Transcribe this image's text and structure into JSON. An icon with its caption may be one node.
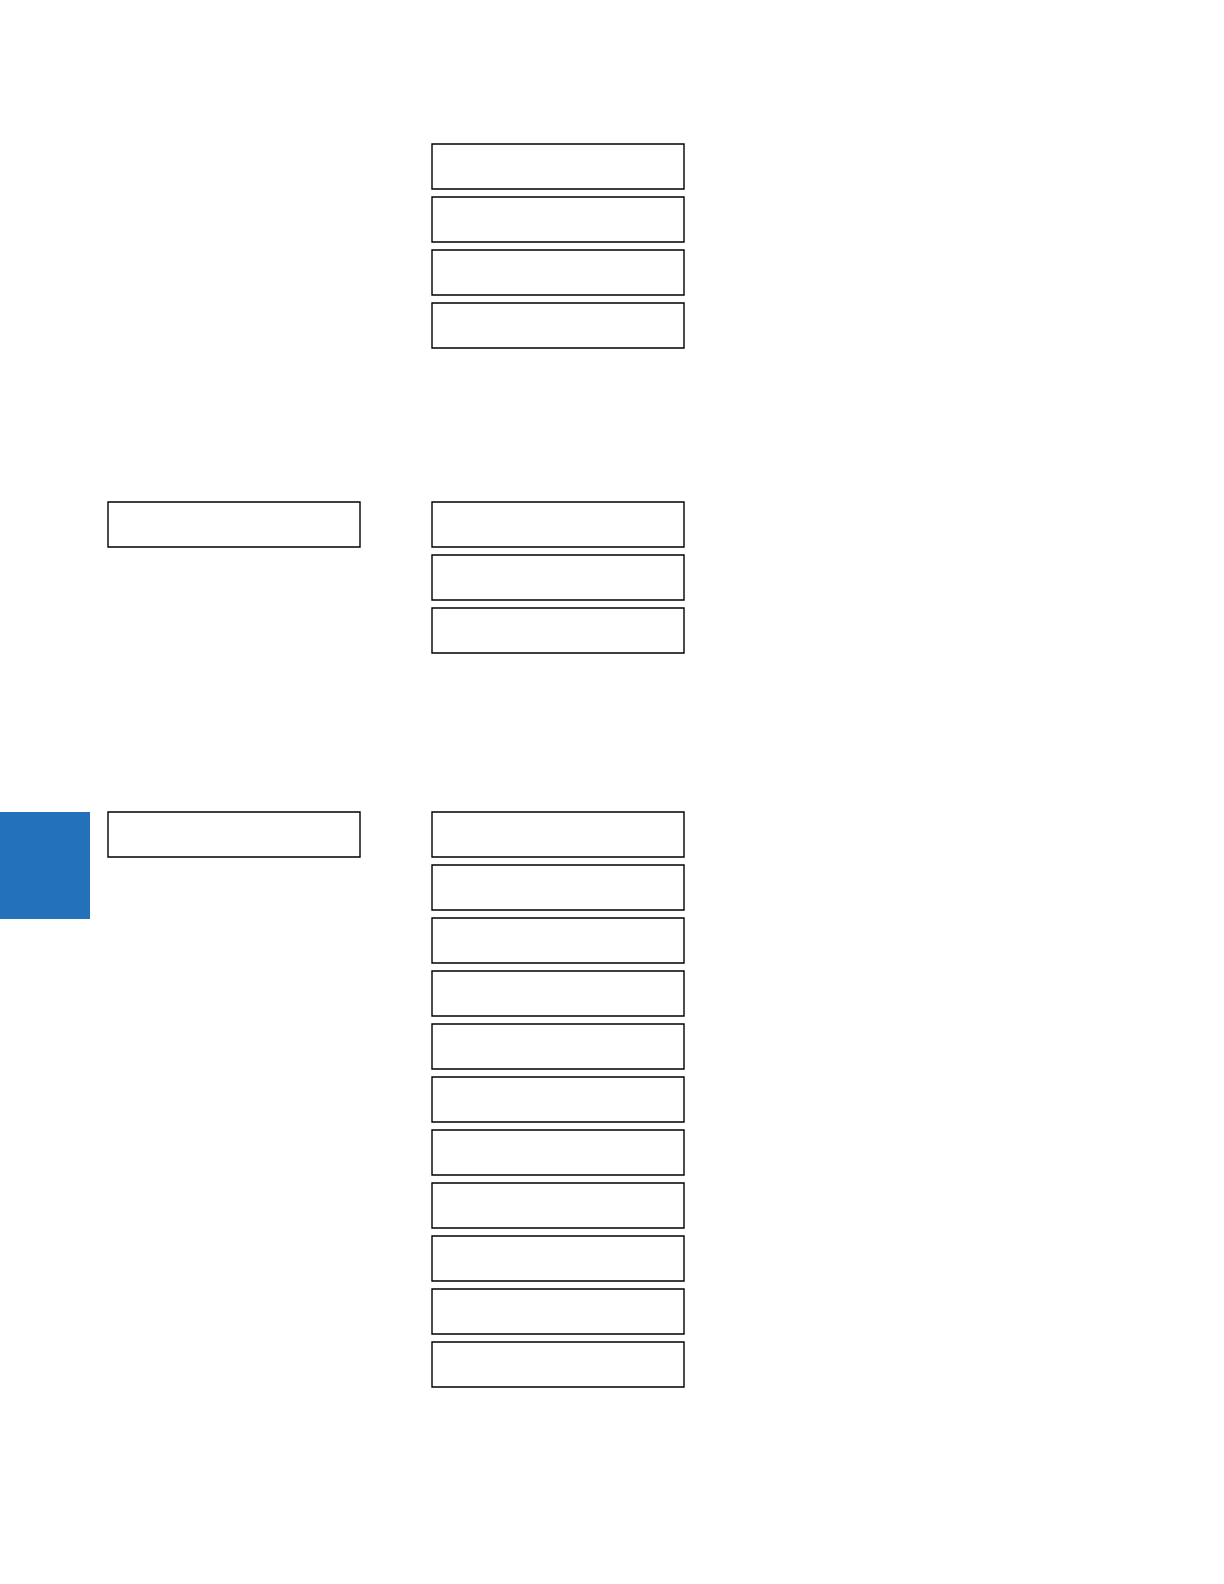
{
  "diagram": {
    "nodes": [
      {
        "text": [],
        "shape": "box"
      },
      {
        "text": [],
        "shape": "box"
      },
      {
        "text": [],
        "shape": "box"
      },
      {
        "text": [],
        "shape": "box"
      },
      {
        "text": [],
        "shape": "box"
      },
      {
        "text": [],
        "shape": "box"
      },
      {
        "text": [],
        "shape": "box"
      },
      {
        "text": [],
        "shape": "box"
      },
      {
        "text": [],
        "shape": "bar"
      },
      {
        "text": [],
        "shape": "box"
      },
      {
        "text": [],
        "shape": "box"
      },
      {
        "text": [],
        "shape": "box"
      },
      {
        "text": [],
        "shape": "box"
      },
      {
        "text": [],
        "shape": "box"
      },
      {
        "text": [],
        "shape": "box"
      },
      {
        "text": [],
        "shape": "box"
      },
      {
        "text": [],
        "shape": "box"
      },
      {
        "text": [],
        "shape": "box"
      },
      {
        "text": [],
        "shape": "box"
      },
      {
        "text": [],
        "shape": "box"
      },
      {
        "text": [],
        "shape": "box"
      }
    ]
  }
}
